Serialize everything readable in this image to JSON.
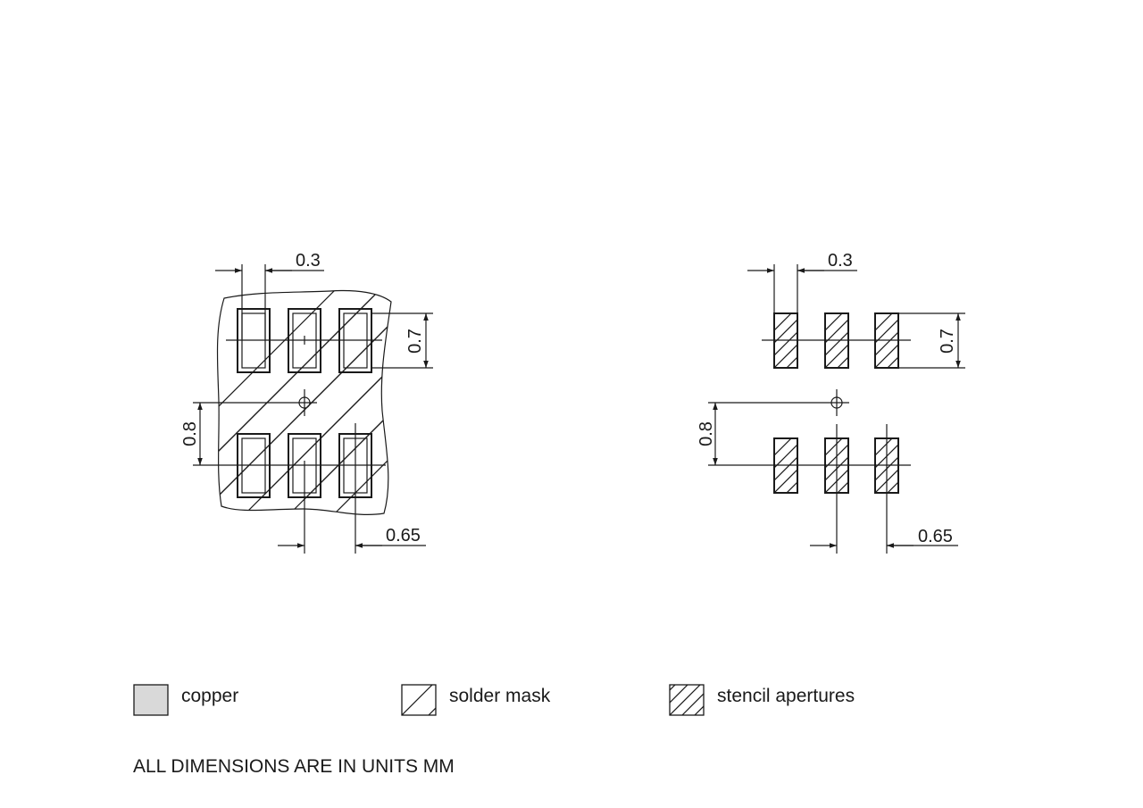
{
  "drawing": {
    "left_view": {
      "dim_pad_width": "0.3",
      "dim_pad_height": "0.7",
      "dim_row_offset": "0.8",
      "dim_pitch": "0.65"
    },
    "right_view": {
      "dim_pad_width": "0.3",
      "dim_pad_height": "0.7",
      "dim_row_offset": "0.8",
      "dim_pitch": "0.65"
    }
  },
  "legend": {
    "copper": "copper",
    "solder_mask": "solder mask",
    "stencil": "stencil apertures"
  },
  "note": "ALL DIMENSIONS ARE IN UNITS MM",
  "colors": {
    "copper_fill": "#d9d9d9",
    "line": "#1a1a1a"
  }
}
